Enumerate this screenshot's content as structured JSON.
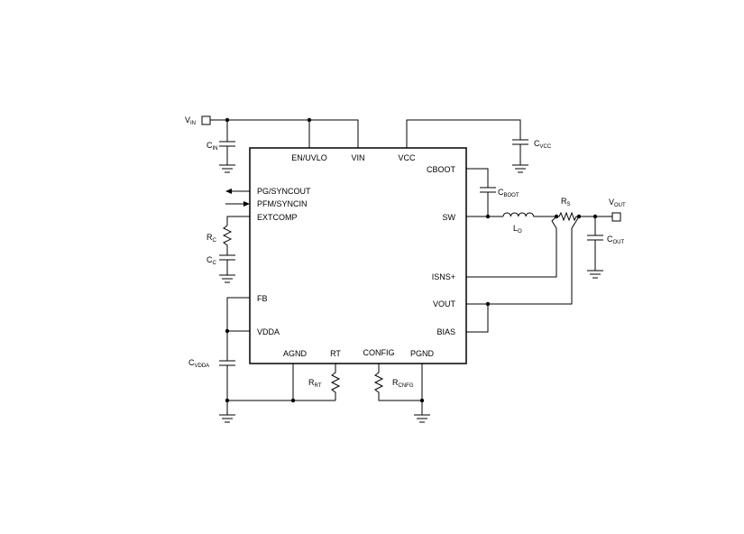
{
  "ic": {
    "pins": {
      "en_uvlo": "EN/UVLO",
      "vin": "VIN",
      "vcc": "VCC",
      "cboot": "CBOOT",
      "pg_syncout": "PG/SYNCOUT",
      "pfm_syncin": "PFM/SYNCIN",
      "extcomp": "EXTCOMP",
      "sw": "SW",
      "isns_plus": "ISNS+",
      "fb": "FB",
      "vout": "VOUT",
      "vdda": "VDDA",
      "bias": "BIAS",
      "agnd": "AGND",
      "rt": "RT",
      "config": "CONFIG",
      "pgnd": "PGND"
    }
  },
  "nets": {
    "vin": {
      "main": "V",
      "sub": "IN"
    },
    "vout": {
      "main": "V",
      "sub": "OUT"
    }
  },
  "components": {
    "c_in": {
      "main": "C",
      "sub": "IN"
    },
    "c_vcc": {
      "main": "C",
      "sub": "VCC"
    },
    "c_boot": {
      "main": "C",
      "sub": "BOOT"
    },
    "l_o": {
      "main": "L",
      "sub": "O"
    },
    "r_s": {
      "main": "R",
      "sub": "S"
    },
    "c_out": {
      "main": "C",
      "sub": "OUT"
    },
    "r_c": {
      "main": "R",
      "sub": "C"
    },
    "c_c": {
      "main": "C",
      "sub": "C"
    },
    "c_vdda": {
      "main": "C",
      "sub": "VDDA"
    },
    "r_rt": {
      "main": "R",
      "sub": "RT"
    },
    "r_cnfg": {
      "main": "R",
      "sub": "CNFG"
    }
  }
}
